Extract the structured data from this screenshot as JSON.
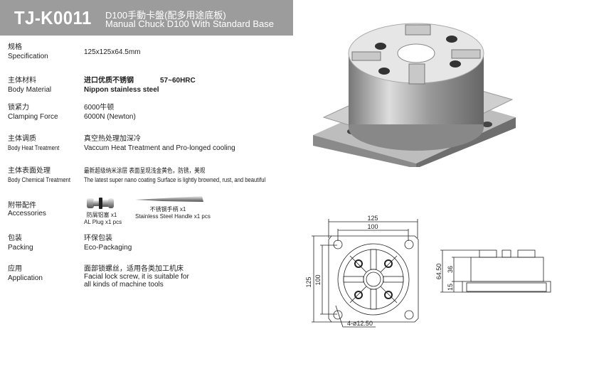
{
  "header": {
    "model": "TJ-K0011",
    "title_cn": "D100手動卡盤(配多用途底板)",
    "title_en": "Manual Chuck D100 With Standard Base"
  },
  "specs": [
    {
      "label_cn": "规格",
      "label_en": "Specification",
      "value": "125x125x64.5mm"
    },
    {
      "label_cn": "主体材料",
      "label_en": "Body Material",
      "value_cn": "进口优质不锈钢",
      "value_extra": "57~60HRC",
      "value_en": "Nippon stainless steel"
    },
    {
      "label_cn": "锁紧力",
      "label_en": "Clamping Force",
      "value_cn": "6000牛顿",
      "value_en": "6000N (Newton)"
    },
    {
      "label_cn": "主体调质",
      "label_en": "Body Heat Treatment",
      "value_cn": "真空热处理加深冷",
      "value_en": "Vaccum Heat Treatment and Pro-longed cooling"
    },
    {
      "label_cn": "主体表面处理",
      "label_en": "Body Chemical Treatment",
      "value_cn": "最新超级纳米涂层 表面呈现浅金黄色，防锈，美观",
      "value_en": "The latest super nano coating Surface is lightly browned, rust, and beautiful"
    },
    {
      "label_cn": "附带配件",
      "label_en": "Accessories"
    },
    {
      "label_cn": "包装",
      "label_en": "Packing",
      "value_cn": "环保包装",
      "value_en": "Eco-Packaging"
    },
    {
      "label_cn": "应用",
      "label_en": "Application",
      "value_cn": "面部锁螺丝，适用各类加工机床",
      "value_en": "Facial lock screw, it is suitable for",
      "value_en2": "all kinds of machine tools"
    }
  ],
  "accessories": [
    {
      "name_cn": "防屑铝塞 x1",
      "name_en": "AL Plug x1 pcs"
    },
    {
      "name_cn": "不锈钢手柄 x1",
      "name_en": "Stainless Steel Handle x1 pcs"
    }
  ],
  "drawing": {
    "top_width_outer": "125",
    "top_width_inner": "100",
    "top_height_outer": "125",
    "top_height_inner": "100",
    "hole_note": "4-⌀12.50",
    "side_total": "64.50",
    "side_body": "36",
    "side_base": "15"
  },
  "colors": {
    "header_bg": "#9c9c9c"
  }
}
